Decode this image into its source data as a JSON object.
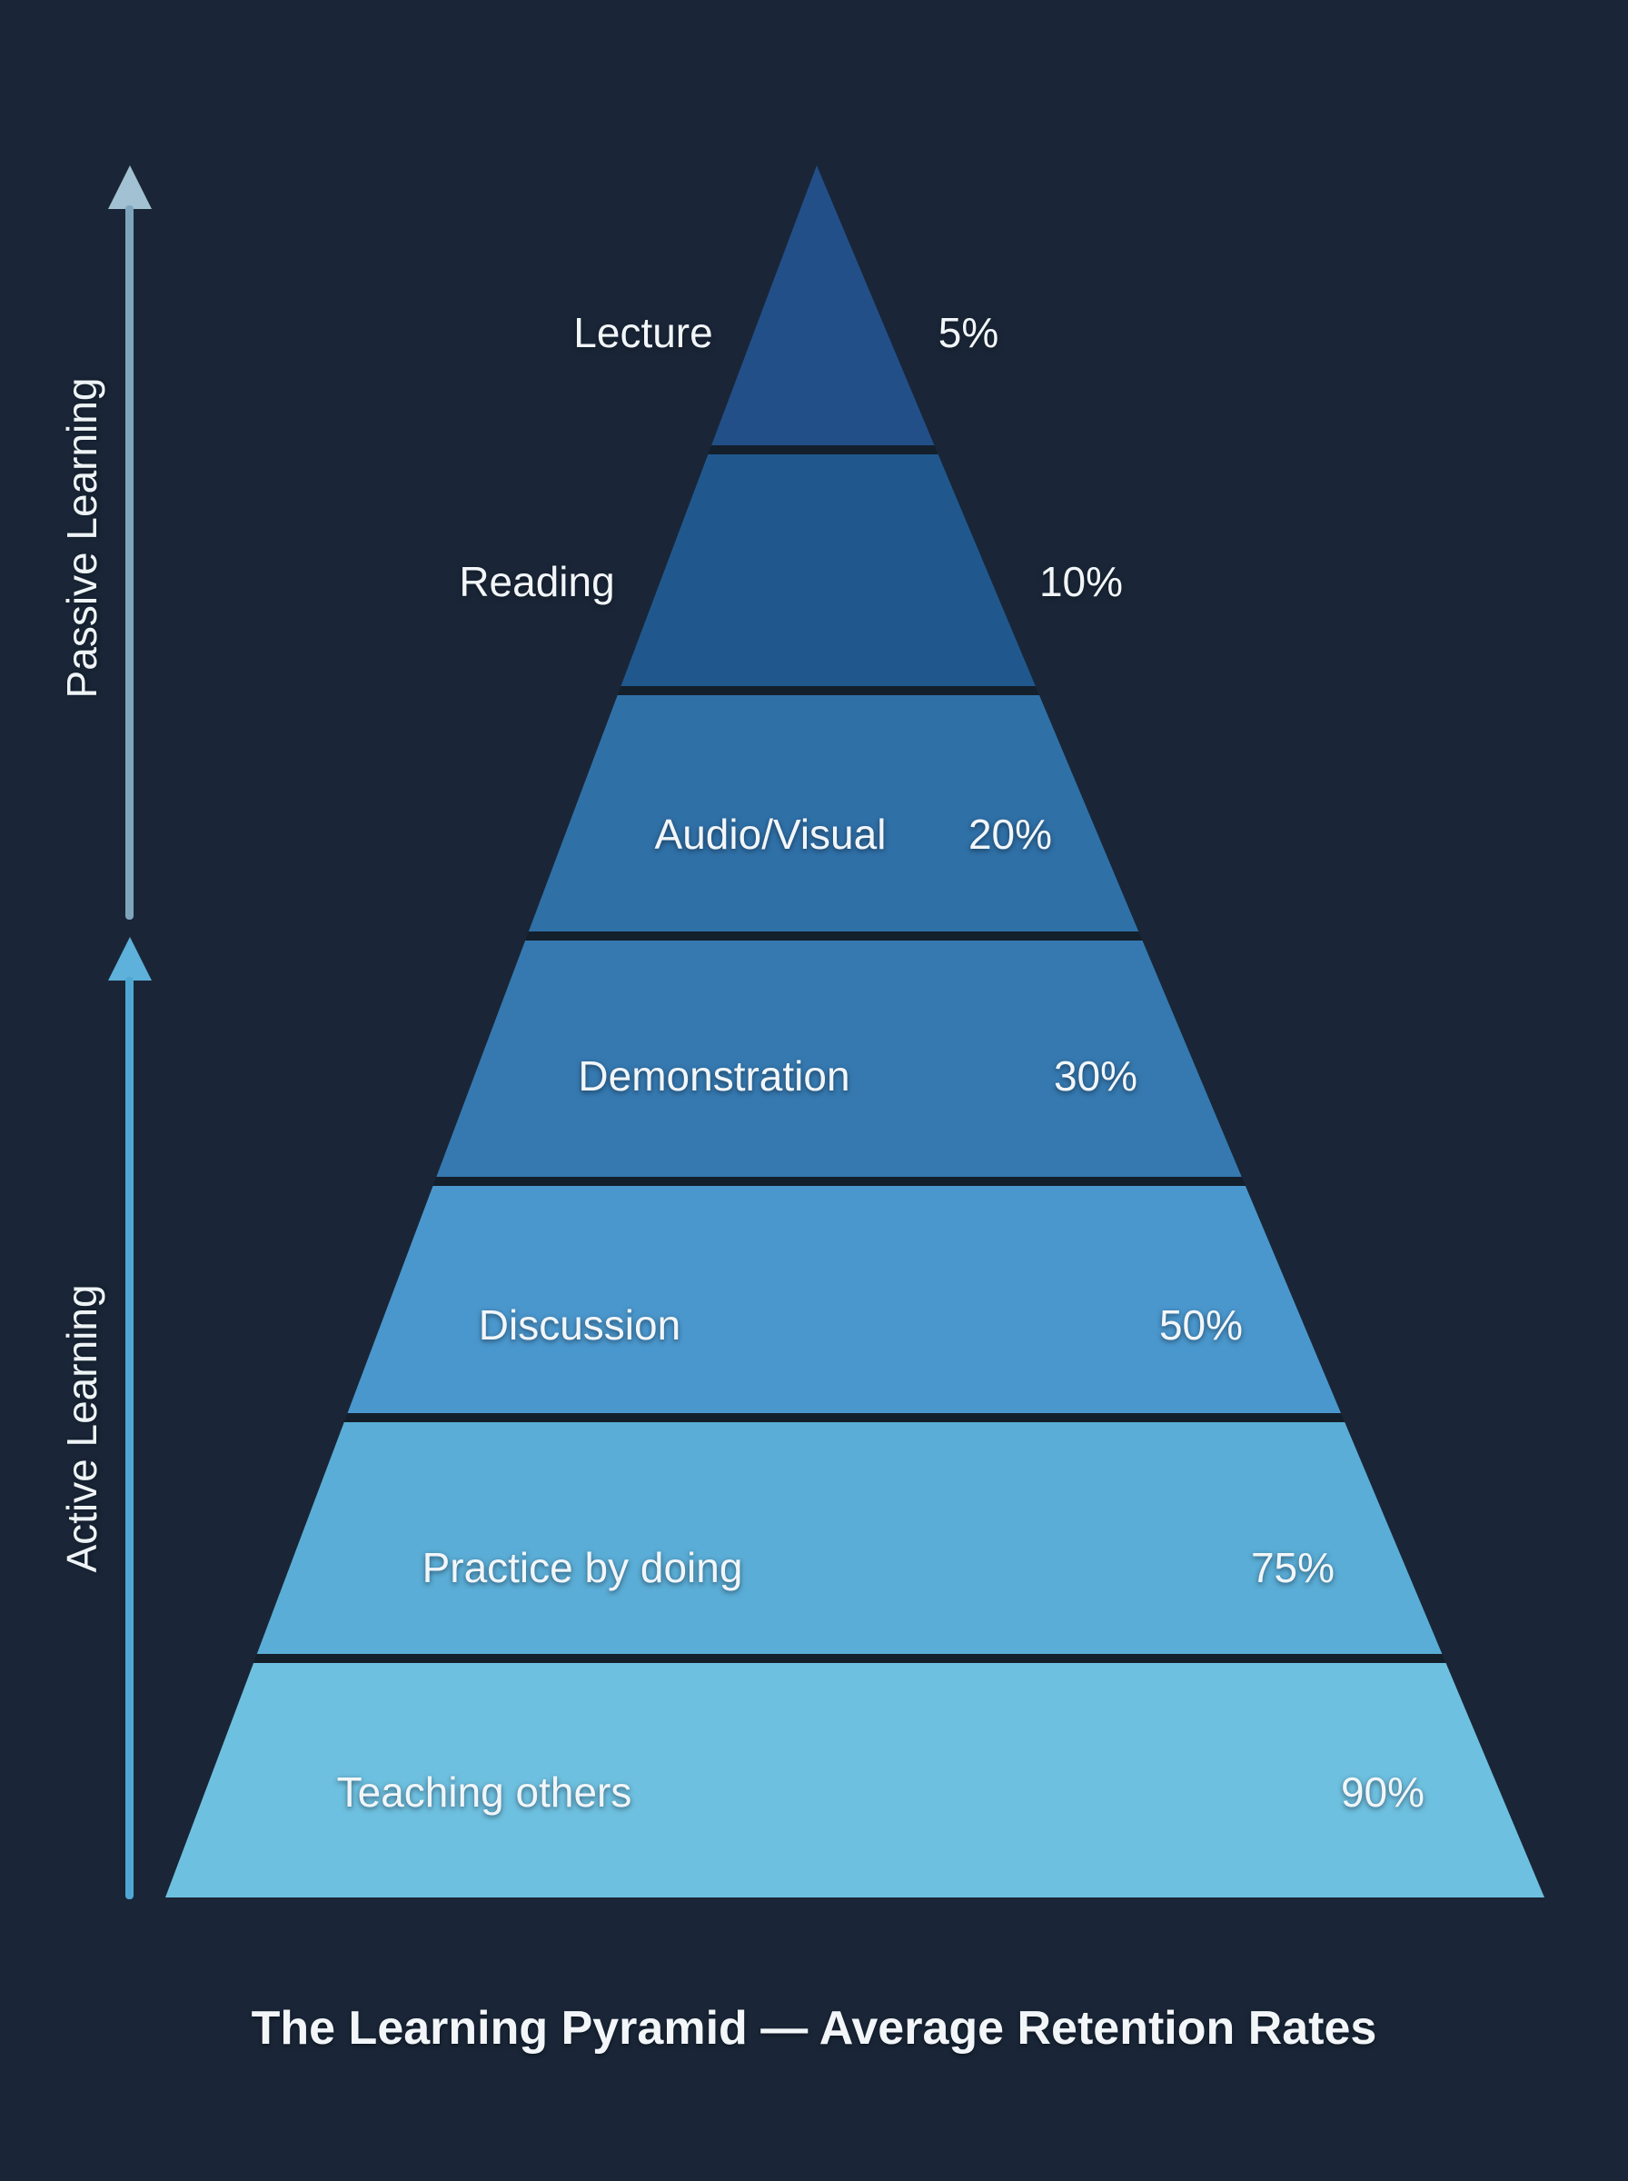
{
  "page": {
    "background": "#1a2637"
  },
  "title": {
    "text": "The Learning Pyramid — Average Retention Rates"
  },
  "side_axes": {
    "passive": {
      "label": "Passive Learning",
      "line_color": "#7fa5bd",
      "head_color": "#a2c1d3"
    },
    "active": {
      "label": "Active Learning",
      "line_color": "#4fa8d4",
      "head_color": "#5db1da"
    }
  },
  "chart_data": {
    "type": "pyramid",
    "title": "The Learning Pyramid — Average Retention Rates",
    "value_unit": "percent retention",
    "text_color": "#f2f6f9",
    "separator_color": "#141f2c",
    "tiers": [
      {
        "label": "Lecture",
        "value": 5,
        "value_text": "5%",
        "color": "#234f89",
        "learning_mode": "passive"
      },
      {
        "label": "Reading",
        "value": 10,
        "value_text": "10%",
        "color": "#20588e",
        "learning_mode": "passive"
      },
      {
        "label": "Audio/Visual",
        "value": 20,
        "value_text": "20%",
        "color": "#2f70a7",
        "learning_mode": "passive"
      },
      {
        "label": "Demonstration",
        "value": 30,
        "value_text": "30%",
        "color": "#3579b0",
        "learning_mode": "active"
      },
      {
        "label": "Discussion",
        "value": 50,
        "value_text": "50%",
        "color": "#4a97cd",
        "learning_mode": "active"
      },
      {
        "label": "Practice by doing",
        "value": 75,
        "value_text": "75%",
        "color": "#5aadd6",
        "learning_mode": "active"
      },
      {
        "label": "Teaching others",
        "value": 90,
        "value_text": "90%",
        "color": "#6ec0e0",
        "learning_mode": "active"
      }
    ]
  }
}
